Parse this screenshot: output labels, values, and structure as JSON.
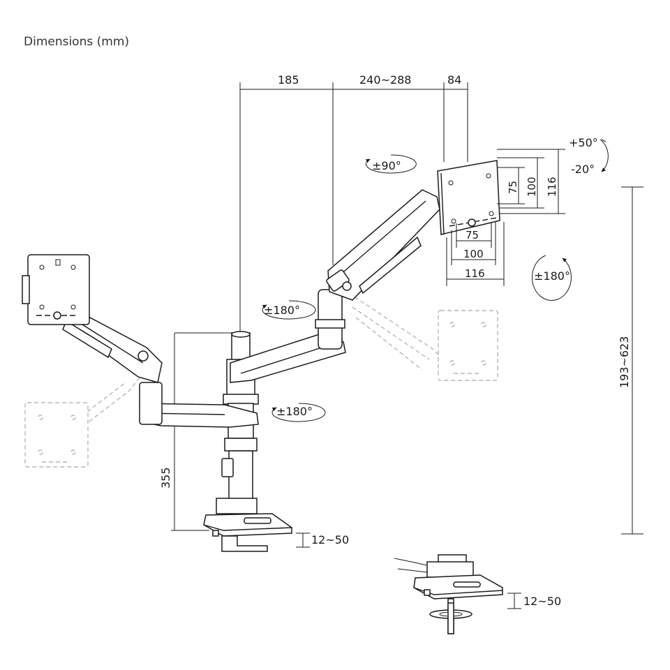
{
  "title": "Dimensions (mm)",
  "dimensions": {
    "arm_pivot_offset": "185",
    "arm_reach": "240~288",
    "vesa_plate_depth": "84",
    "pole_height": "355",
    "height_range": "193~623",
    "desk_thickness_clamp": "12~50",
    "desk_thickness_grommet": "12~50"
  },
  "vesa": {
    "h75": "75",
    "h100": "100",
    "h116": "116",
    "v75": "75",
    "v100": "100",
    "v116": "116"
  },
  "rotations": {
    "monitor_rotate": "±90°",
    "tilt_up": "+50°",
    "tilt_down": "-20°",
    "swivel_plate": "±180°",
    "swivel_elbow": "±180°",
    "swivel_pole": "±180°"
  }
}
